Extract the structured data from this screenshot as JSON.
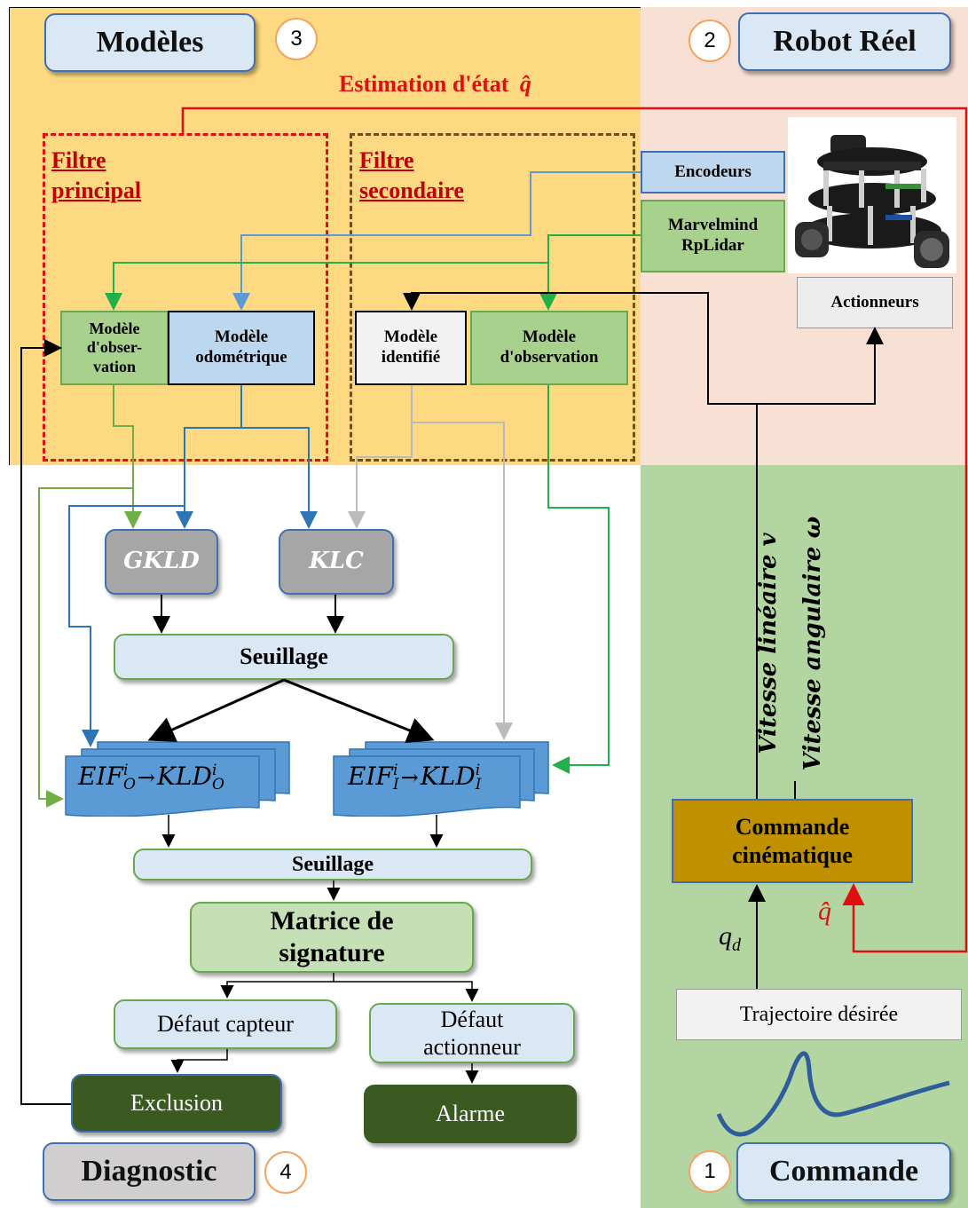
{
  "sections": {
    "modeles": {
      "title": "Modèles",
      "number": "3"
    },
    "robot": {
      "title": "Robot Réel",
      "number": "2"
    },
    "commande": {
      "title": "Commande",
      "number": "1"
    },
    "diagnostic": {
      "title": "Diagnostic",
      "number": "4"
    }
  },
  "estimation_label": "Estimation  d'état",
  "estimation_symbol": "q̂",
  "filters": {
    "principal": {
      "line1": "Filtre",
      "line2": "principal"
    },
    "secondaire": {
      "line1": "Filtre",
      "line2": "secondaire"
    }
  },
  "models": {
    "obs_principal": {
      "line1": "Modèle",
      "line2": "d'obser-",
      "line3": "vation"
    },
    "odometrique": {
      "line1": "Modèle",
      "line2": "odométrique"
    },
    "identifie": {
      "line1": "Modèle",
      "line2": "identifié"
    },
    "obs_secondaire": {
      "line1": "Modèle",
      "line2": "d'observation"
    }
  },
  "sensors": {
    "encodeurs": "Encodeurs",
    "marvelmind_line1": "Marvelmind",
    "marvelmind_line2": "RpLidar",
    "actionneurs": "Actionneurs"
  },
  "diagnostic": {
    "gkld": "GKLD",
    "klc": "KLC",
    "seuillage1": "Seuillage",
    "eif_o": {
      "eif": "EIF",
      "sup": "i",
      "sub": "O",
      "kld": "KLD"
    },
    "eif_i": {
      "eif": "EIF",
      "sup": "i",
      "sub": "I",
      "kld": "KLD"
    },
    "seuillage2": "Seuillage",
    "matrice_line1": "Matrice de",
    "matrice_line2": "signature",
    "defaut_capteur": "Défaut capteur",
    "defaut_actionneur_line1": "Défaut",
    "defaut_actionneur_line2": "actionneur",
    "exclusion": "Exclusion",
    "alarme": "Alarme"
  },
  "commande": {
    "vitesse_lineaire": "Vitesse linéaire v",
    "vitesse_angulaire": "Vitesse angulaire ω",
    "commande_line1": "Commande",
    "commande_line2": "cinématique",
    "q_hat": "q̂",
    "qd_symbol": "q",
    "qd_sub": "d",
    "trajectoire": "Trajectoire  désirée"
  },
  "colors": {
    "models_bg": "#fdd981",
    "robot_bg": "#f9e0d4",
    "commande_bg": "#b3d5a1",
    "red": "#e01010",
    "blue_arrow": "#2e75b6",
    "green_arrow": "#22b04a",
    "grey_arrow": "#bbbbbb",
    "doc_blue": "#5b9bd5",
    "dark_green": "#3a5a22",
    "commande_box": "#bf9000"
  }
}
